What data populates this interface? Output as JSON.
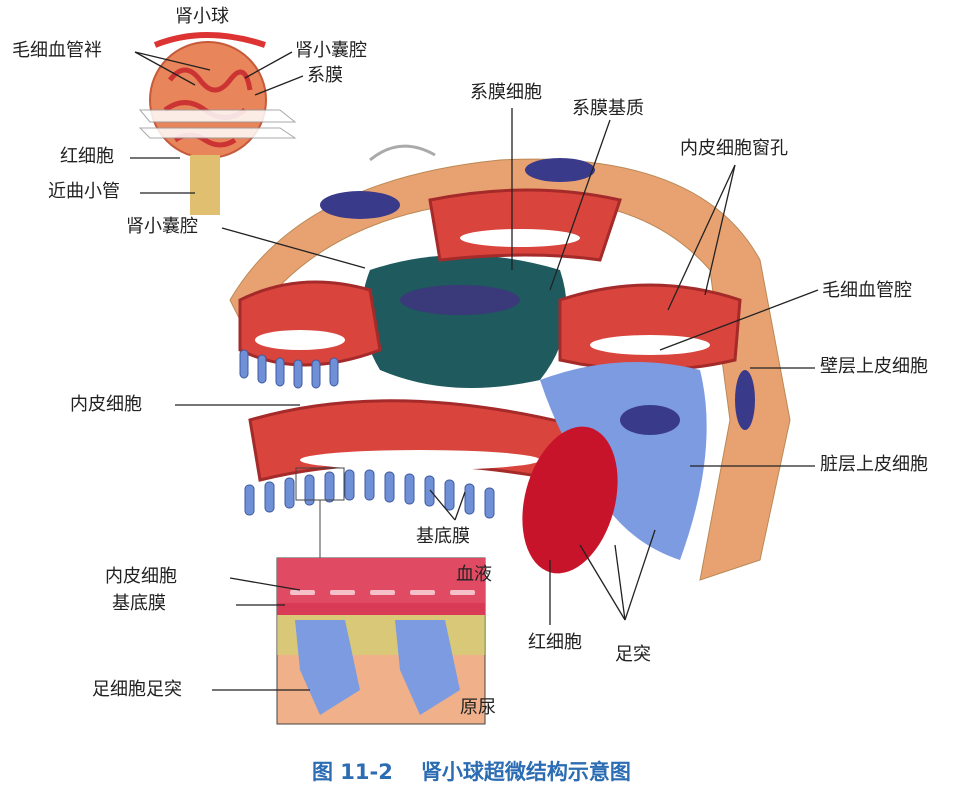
{
  "labels": {
    "glomerulus": "肾小球",
    "capillary_loop": "毛细血管袢",
    "capsule_space_top": "肾小囊腔",
    "mesangium": "系膜",
    "rbc_top": "红细胞",
    "proximal_tubule": "近曲小管",
    "capsule_space": "肾小囊腔",
    "mesangial_cell": "系膜细胞",
    "mesangial_matrix": "系膜基质",
    "endothelial_fenestrae": "内皮细胞窗孔",
    "capillary_lumen": "毛细血管腔",
    "parietal_epithelium": "壁层上皮细胞",
    "endothelial_cell": "内皮细胞",
    "visceral_epithelium": "脏层上皮细胞",
    "basement_membrane": "基底膜",
    "rbc": "红细胞",
    "foot_processes": "足突"
  },
  "inset": {
    "endothelial_cell": "内皮细胞",
    "basement_membrane": "基底膜",
    "blood": "血液",
    "podocyte_foot_process": "足细胞足突",
    "primary_urine": "原尿"
  },
  "caption": {
    "number": "图 11-2",
    "title": "肾小球超微结构示意图"
  },
  "colors": {
    "caption": "#2b6cb3",
    "capillary": "#d9443c",
    "podocyte": "#6f8fd6",
    "mesangium": "#1f5a5e",
    "capsule": "#e8a272"
  }
}
